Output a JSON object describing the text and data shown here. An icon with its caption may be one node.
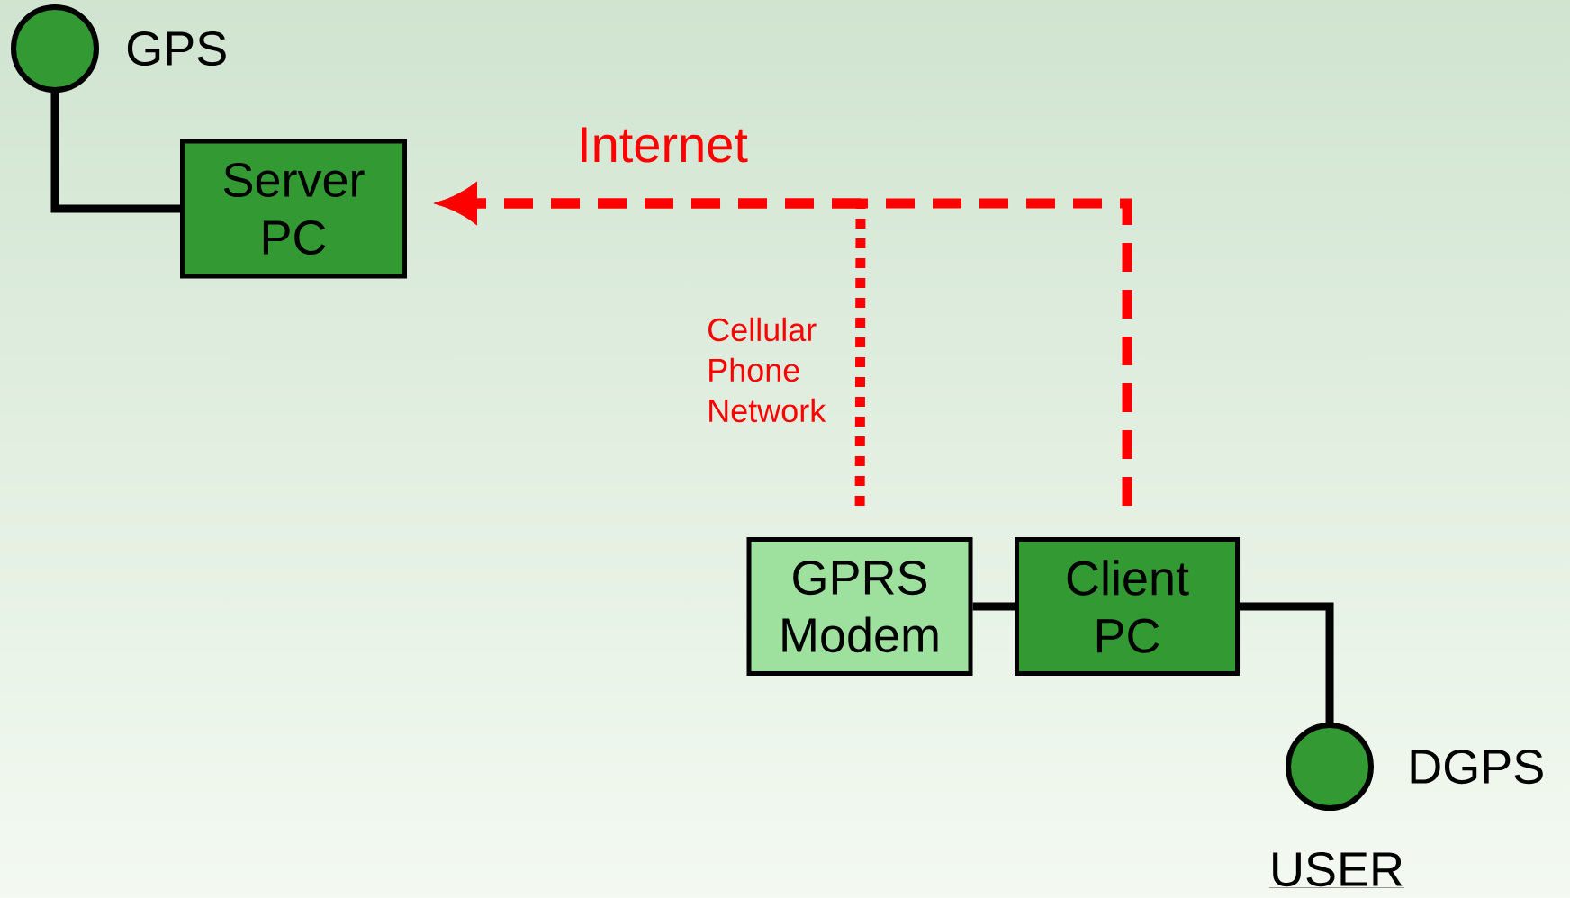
{
  "diagram": {
    "nodes": [
      {
        "text": [],
        "shape": "circle",
        "beside": [
          "GPS"
        ]
      },
      {
        "text": [
          "Server PC"
        ]
      },
      {
        "text": [
          "GPRS Modem"
        ]
      },
      {
        "text": [
          "Client PC"
        ]
      },
      {
        "text": [],
        "shape": "circle",
        "beside": [
          "DGPS"
        ]
      }
    ],
    "edges": [
      {
        "from": 0,
        "to": 1,
        "arrow": "none"
      },
      {
        "from": 2,
        "to": 3,
        "arrow": "none"
      },
      {
        "from": 3,
        "to": 4,
        "arrow": "none"
      },
      {
        "from": 3,
        "to": 1,
        "arrow": "to",
        "label": "Internet",
        "style": "dashed",
        "color": "#ff0000"
      },
      {
        "from": 2,
        "to": 1,
        "arrow": "to",
        "label": "Cellular Phone Network",
        "style": "dashed",
        "color": "#ff0000"
      }
    ],
    "labels": [
      "USER"
    ]
  }
}
